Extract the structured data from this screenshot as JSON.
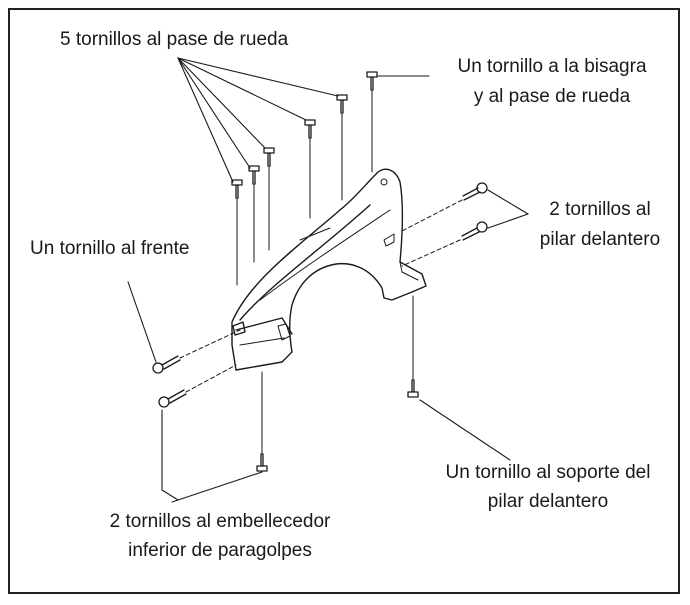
{
  "callouts": {
    "wheel_arch_screws": "5 tornillos al pase de rueda",
    "hinge_screw_line1": "Un tornillo a la bisagra",
    "hinge_screw_line2": "y al pase de rueda",
    "front_pillar_screws_line1": "2 tornillos al",
    "front_pillar_screws_line2": "pilar delantero",
    "front_screw": "Un tornillo al frente",
    "pillar_support_line1": "Un tornillo al soporte del",
    "pillar_support_line2": "pilar delantero",
    "bumper_trim_line1": "2 tornillos al embellecedor",
    "bumper_trim_line2": "inferior de paragolpes"
  },
  "colors": {
    "ink": "#1a1a1a",
    "background": "#ffffff"
  }
}
